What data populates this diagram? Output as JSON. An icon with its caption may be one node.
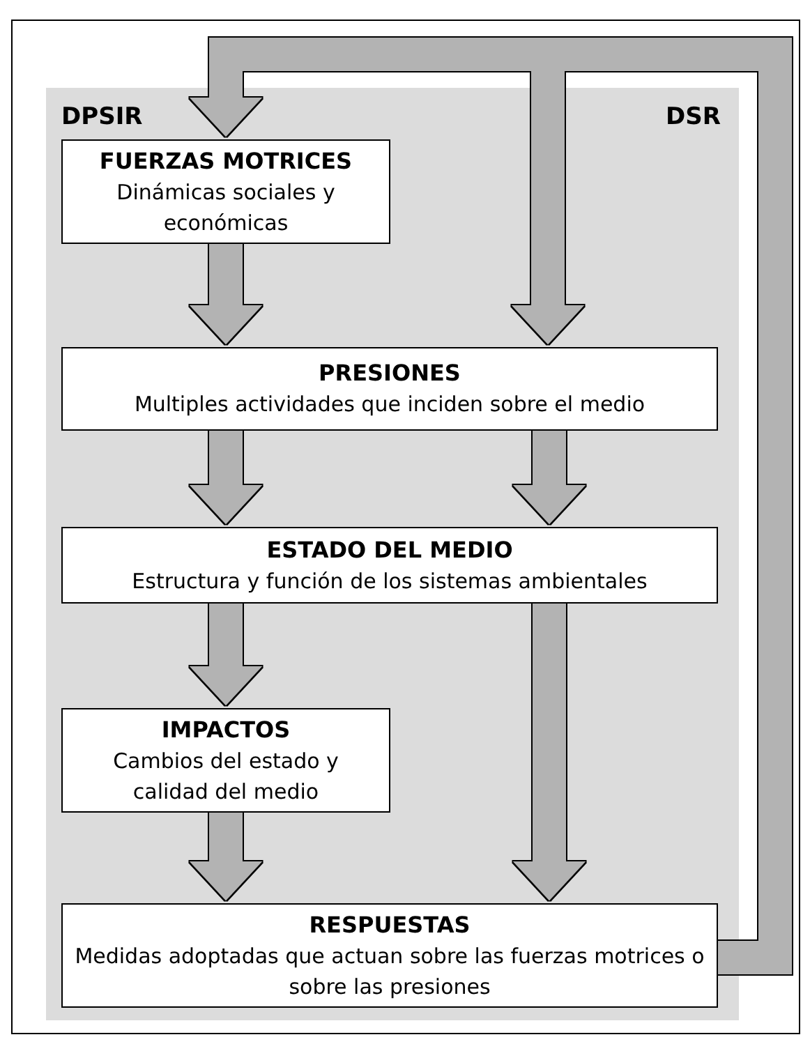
{
  "diagram": {
    "nodes": [
      {
        "text": [
          "FUERZAS MOTRICES",
          "Dinámicas sociales y económicas"
        ]
      },
      {
        "text": [
          "PRESIONES",
          "Multiples actividades que inciden sobre el medio"
        ]
      },
      {
        "text": [
          "ESTADO DEL MEDIO",
          "Estructura y función de los sistemas ambientales"
        ]
      },
      {
        "text": [
          "IMPACTOS",
          "Cambios del estado y calidad del medio"
        ]
      },
      {
        "text": [
          "RESPUESTAS",
          "Medidas adoptadas que actuan sobre las fuerzas motrices o sobre las presiones"
        ]
      }
    ],
    "edges": [
      {
        "from": 0,
        "to": 1,
        "arrow": "to"
      },
      {
        "from": 1,
        "to": 2,
        "arrow": "to"
      },
      {
        "from": 1,
        "to": 2,
        "arrow": "to"
      },
      {
        "from": 2,
        "to": 3,
        "arrow": "to"
      },
      {
        "from": 3,
        "to": 4,
        "arrow": "to"
      },
      {
        "from": 2,
        "to": 4,
        "arrow": "to"
      },
      {
        "from": 4,
        "to": 0,
        "arrow": "to"
      },
      {
        "from": 4,
        "to": 1,
        "arrow": "to"
      }
    ],
    "labels": [
      "DPSIR",
      "DSR"
    ]
  }
}
